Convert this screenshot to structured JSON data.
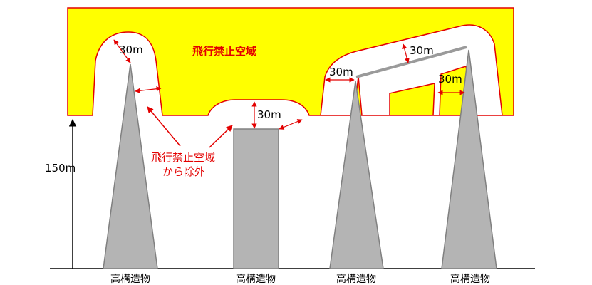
{
  "zone_label": "飛行禁止空域",
  "exclusion_label_line1": "飛行禁止空域",
  "exclusion_label_line2": "から除外",
  "height_label": "150m",
  "distance_labels": {
    "d1": "30m",
    "d2": "30m",
    "d3": "30m",
    "d4": "30m",
    "d5": "30m"
  },
  "structures": [
    {
      "label": "高構造物"
    },
    {
      "label": "高構造物"
    },
    {
      "label": "高構造物"
    },
    {
      "label": "高構造物"
    }
  ],
  "colors": {
    "zone_fill": "#ffff00",
    "zone_stroke": "#e30000",
    "structure_fill": "#b4b4b4",
    "structure_stroke": "#808080",
    "arrow": "#e30000",
    "text_red": "#e30000"
  }
}
